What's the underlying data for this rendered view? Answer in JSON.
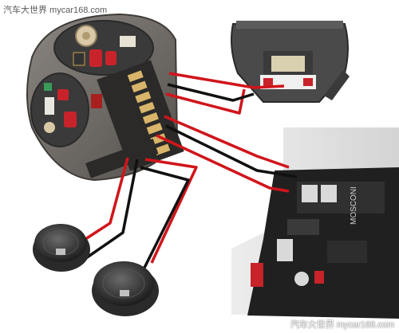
{
  "watermark": {
    "top_left": "汽车大世界 mycar168.com",
    "bottom_right": "汽车大世界 mycar168.com"
  },
  "amplifier_brand": "MOSCONI",
  "colors": {
    "housing": "#6b6763",
    "housing_dark": "#4a4744",
    "wire_red": "#d0151b",
    "wire_black": "#111111",
    "amp_body": "#2a2a2a",
    "amp_panel": "#e2e2e2",
    "terminal": "#d8b56a"
  }
}
